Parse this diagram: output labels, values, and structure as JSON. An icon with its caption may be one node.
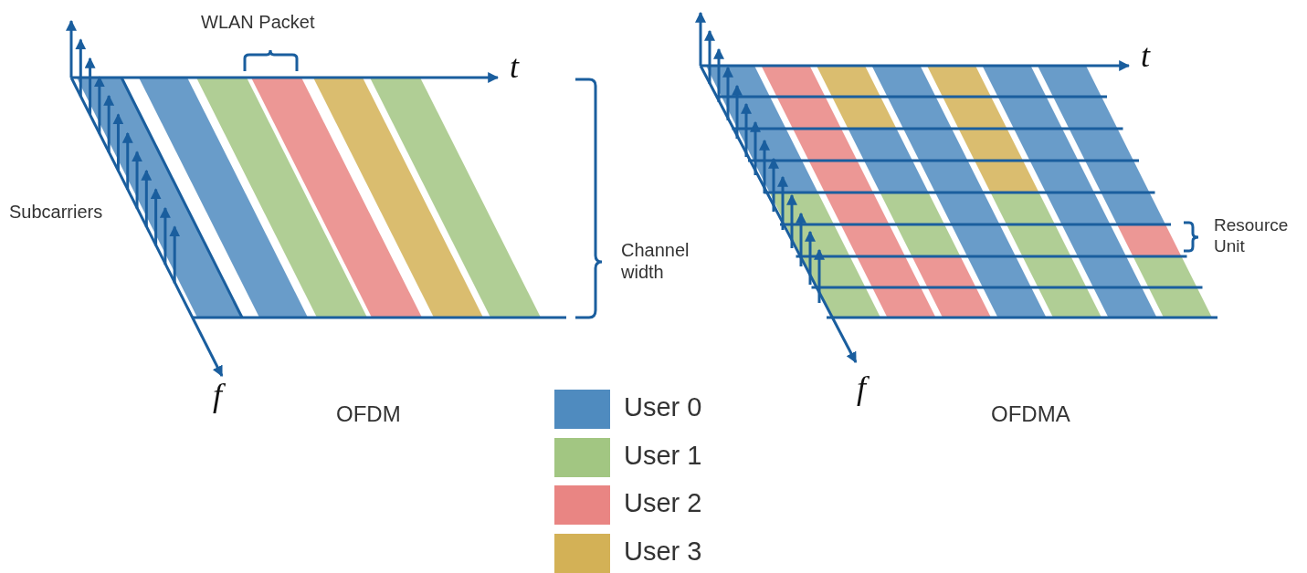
{
  "diagram": {
    "labels": [
      "WLAN Packet",
      "t",
      "Subcarriers",
      "Channel width",
      "f",
      "OFDM",
      "t",
      "Resource Unit",
      "f",
      "OFDMA"
    ],
    "legend": [
      {
        "text": "User 0",
        "color": "#4f8bbf"
      },
      {
        "text": "User 1",
        "color": "#a2c682"
      },
      {
        "text": "User 2",
        "color": "#e98583"
      },
      {
        "text": "User 3",
        "color": "#d3b156"
      }
    ]
  }
}
